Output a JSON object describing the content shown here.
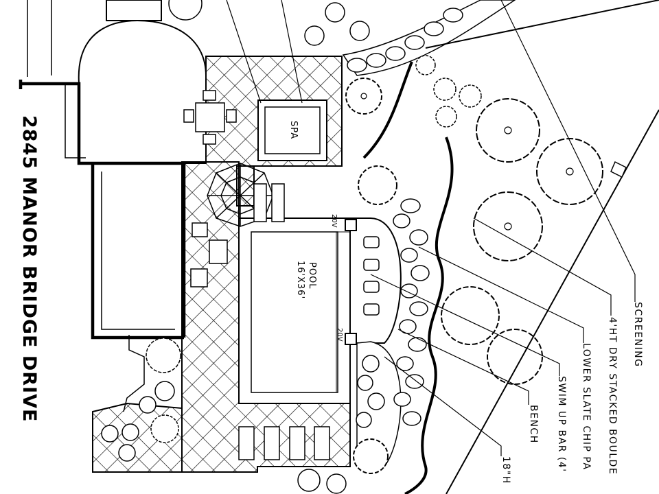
{
  "title": "2845 MANOR BRIDGE DRIVE",
  "areas": {
    "spa": "SPA",
    "pool_name": "POOL",
    "pool_size": "16'X36'"
  },
  "notes": {
    "small_a": "20V",
    "small_b": "20V"
  },
  "callouts": [
    "SCREENING",
    "4'HT DRY STACKED BOULDE",
    "LOWER SLATE CHIP PA",
    "SWIM UP BAR (4'",
    "BENCH",
    "18\"H"
  ],
  "colors": {
    "ink": "#000000",
    "paper": "#ffffff"
  }
}
